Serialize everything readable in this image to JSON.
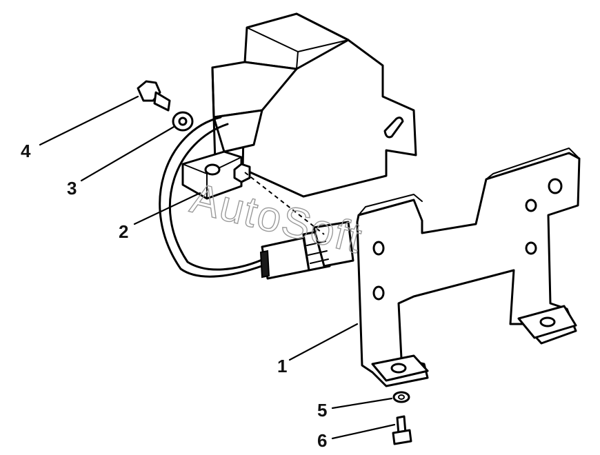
{
  "callouts": [
    {
      "id": "bracket",
      "label": "1"
    },
    {
      "id": "harness",
      "label": "2"
    },
    {
      "id": "washer",
      "label": "3"
    },
    {
      "id": "bolt",
      "label": "4"
    },
    {
      "id": "lower-washer",
      "label": "5"
    },
    {
      "id": "lower-bolt",
      "label": "6"
    }
  ],
  "watermark": "AutoSoft"
}
